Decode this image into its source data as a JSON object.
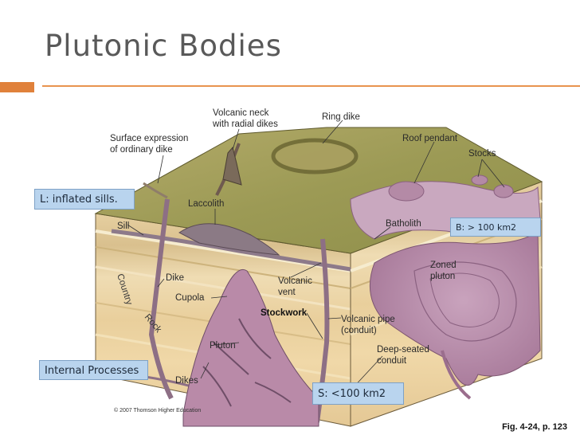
{
  "slide": {
    "title": "Plutonic Bodies",
    "figure_ref": "Fig. 4-24, p. 123",
    "copyright": "© 2007 Thomson Higher Education"
  },
  "callouts": {
    "laccolith_note": "L: inflated sills.",
    "internal_processes": "Internal Processes",
    "batholith_size": "B: > 100 km2",
    "stock_size": "S: <100 km2"
  },
  "diagram_labels": {
    "volcanic_neck": [
      "Volcanic neck",
      "with radial dikes"
    ],
    "ring_dike": "Ring dike",
    "surface_dike": [
      "Surface expression",
      "of ordinary dike"
    ],
    "roof_pendant": "Roof pendant",
    "stocks": "Stocks",
    "laccolith": "Laccolith",
    "batholith": "Batholith",
    "sill": "Sill",
    "zoned_pluton": [
      "Zoned",
      "pluton"
    ],
    "dike": "Dike",
    "country": "Country",
    "rock": "Rock",
    "volcanic_vent": [
      "Volcanic",
      "vent"
    ],
    "cupola": "Cupola",
    "stockwork": "Stockwork",
    "volcanic_pipe": [
      "Volcanic pipe",
      "(conduit)"
    ],
    "pluton": "Pluton",
    "deep_conduit": [
      "Deep-seated",
      "conduit"
    ],
    "dikes": "Dikes"
  },
  "colors": {
    "accent_orange": "#e0813b",
    "callout_fill": "#b9d4ee",
    "magma_purple": "#b98aa8",
    "surface_green": "#9c9a55",
    "strata_tan": "#e9cf9c"
  }
}
